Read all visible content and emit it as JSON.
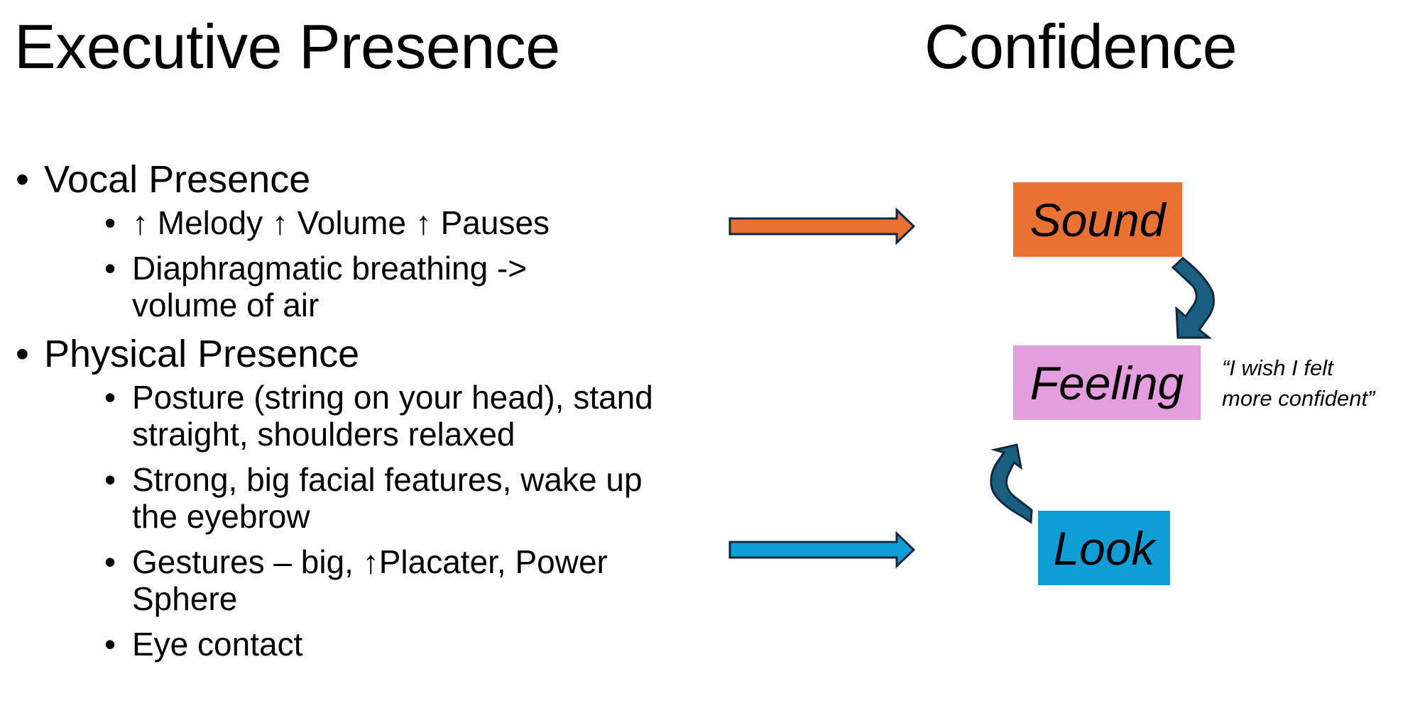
{
  "left_title": "Executive Presence",
  "right_title": "Confidence",
  "bullets": [
    {
      "label": "Vocal Presence",
      "items": [
        "↑ Melody ↑ Volume ↑ Pauses",
        "Diaphragmatic breathing -> volume of air"
      ]
    },
    {
      "label": "Physical Presence",
      "items": [
        "Posture (string on your head), stand straight, shoulders relaxed",
        "Strong, big facial features, wake up the eyebrow",
        "Gestures – big, ↑Placater, Power Sphere",
        "Eye contact"
      ]
    }
  ],
  "bullet_glyph": "•",
  "diagram": {
    "boxes": {
      "sound": {
        "label": "Sound",
        "color": "#e97132"
      },
      "feeling": {
        "label": "Feeling",
        "color": "#e59edd"
      },
      "look": {
        "label": "Look",
        "color": "#0f9ed5"
      }
    },
    "quote_line1": "“I wish I felt",
    "quote_line2": "more confident”",
    "arrow_colors": {
      "vocal_arrow": "#e97132",
      "physical_arrow": "#0f9ed5",
      "curved_arrows": "#1a5e80",
      "outline": "#0e2841"
    }
  }
}
